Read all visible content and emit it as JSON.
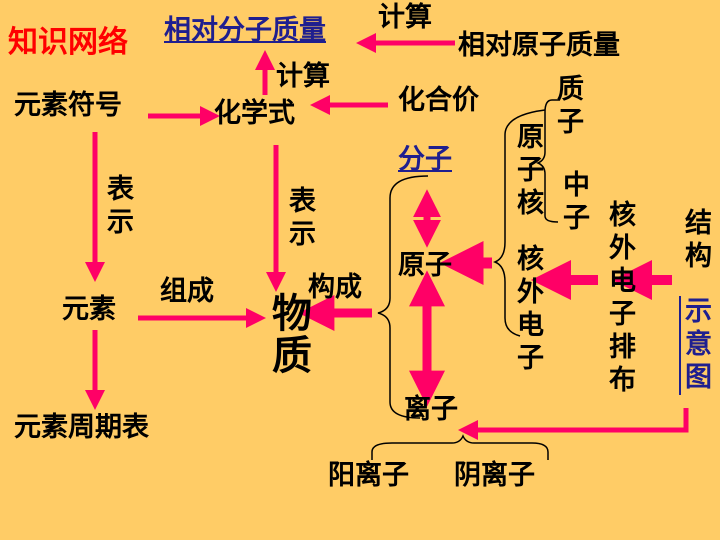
{
  "title": "知识网络",
  "nodes": {
    "relative_molecular_mass": "相对分子质量",
    "relative_atomic_mass": "相对原子质量",
    "calc_top": "计算",
    "calc_mid": "计算",
    "element_symbol": "元素符号",
    "chemical_formula": "化学式",
    "valence": "化合价",
    "molecule": "分子",
    "atom": "原子",
    "ion": "离子",
    "cation": "阳离子",
    "anion": "阴离子",
    "element": "元素",
    "compose": "组成",
    "matter": "物质",
    "constitute": "构成",
    "periodic_table": "元素周期表",
    "represent_left": "表示",
    "represent_mid": "表示",
    "nucleus": "原子核",
    "proton": "质子",
    "neutron": "中子",
    "electrons": "核外电子",
    "electron_arrangement": "核外电子排布",
    "structure_label": "结构",
    "diagram_label": "示意图"
  },
  "colors": {
    "background": "#FFCC66",
    "arrow": "#FF0066",
    "title": "#FF0000",
    "link": "#1F1F8F",
    "text": "#000000"
  }
}
